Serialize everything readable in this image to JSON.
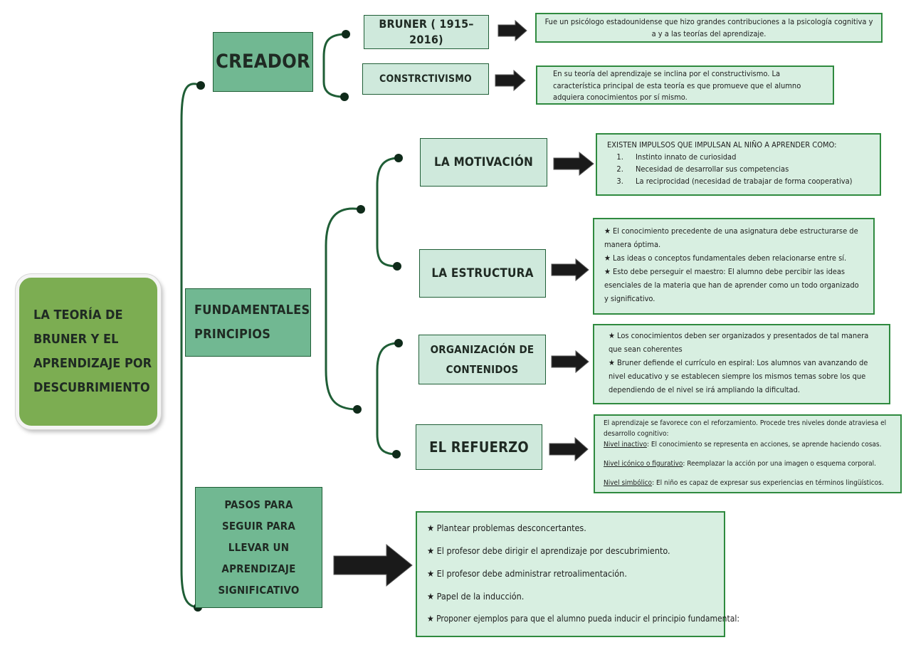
{
  "root": {
    "title": "LA TEORÍA DE\nBRUNER Y EL\nAPRENDIZAJE POR\nDESCUBRIMIENTO"
  },
  "branches": {
    "creador": "CREADOR",
    "principios": "FUNDAMENTALES PRINCIPIOS",
    "pasos": "PASOS PARA SEGUIR PARA LLEVAR UN APRENDIZAJE SIGNIFICATIVO"
  },
  "creador": {
    "bruner": {
      "label": "BRUNER ( 1915–2016)",
      "text": "Fue un psicólogo estadounidense que hizo grandes contribuciones a la psicología cognitiva y a y a las teorías del aprendizaje."
    },
    "constructivismo": {
      "label": "CONSTRCTIVISMO",
      "text": "En su teoría del aprendizaje se inclina por el constructivismo. La característica principal de esta teoría es que promueve que el alumno adquiera conocimientos por sí mismo."
    }
  },
  "principios": {
    "motivacion": {
      "label": "LA MOTIVACIÓN",
      "intro": "EXISTEN IMPULSOS QUE IMPULSAN AL NIÑO A APRENDER COMO:",
      "items": [
        "Instinto innato de curiosidad",
        "Necesidad de desarrollar sus competencias",
        "La reciprocidad (necesidad de trabajar de forma cooperativa)"
      ]
    },
    "estructura": {
      "label": "LA ESTRUCTURA",
      "items": [
        "★ El conocimiento precedente de una asignatura debe estructurarse de manera óptima.",
        "★ Las ideas o conceptos fundamentales deben relacionarse entre sí.",
        "★ Esto debe perseguir el maestro: El alumno debe percibir las ideas esenciales de la materia que han de aprender como un todo organizado y significativo."
      ]
    },
    "organizacion": {
      "label": "ORGANIZACIÓN DE CONTENIDOS",
      "items": [
        "★ Los conocimientos deben ser organizados y presentados de tal manera que sean coherentes",
        "★ Bruner defiende el currículo en espiral: Los alumnos van avanzando de nivel educativo y se establecen siempre los mismos temas sobre los que dependiendo de el nivel se irá ampliando la dificultad."
      ]
    },
    "refuerzo": {
      "label": "EL REFUERZO",
      "intro": "El aprendizaje se favorece con el reforzamiento. Procede tres niveles donde atraviesa el desarrollo cognitivo:",
      "levels": [
        {
          "name": "Nivel inactivo",
          "text": ": El conocimiento se representa en acciones, se aprende haciendo cosas."
        },
        {
          "name": "Nivel icónico o figurativo",
          "text": ": Reemplazar la acción por una imagen o esquema corporal."
        },
        {
          "name": "Nivel simbólico",
          "text": ": El niño es capaz de expresar sus experiencias en términos lingüísticos."
        }
      ]
    }
  },
  "pasos": {
    "items": [
      "★ Plantear problemas desconcertantes.",
      "★ El profesor debe dirigir el aprendizaje por descubrimiento.",
      "★ El profesor debe administrar retroalimentación.",
      "★ Papel de la inducción.",
      "★ Proponer ejemplos para que el alumno pueda inducir el principio fundamental:"
    ]
  },
  "colors": {
    "dark_node": "#71b892",
    "light_node": "#cfe9dc",
    "info_fill": "#d8efe1",
    "root": "#7cad52",
    "connector": "#1f5e36"
  }
}
